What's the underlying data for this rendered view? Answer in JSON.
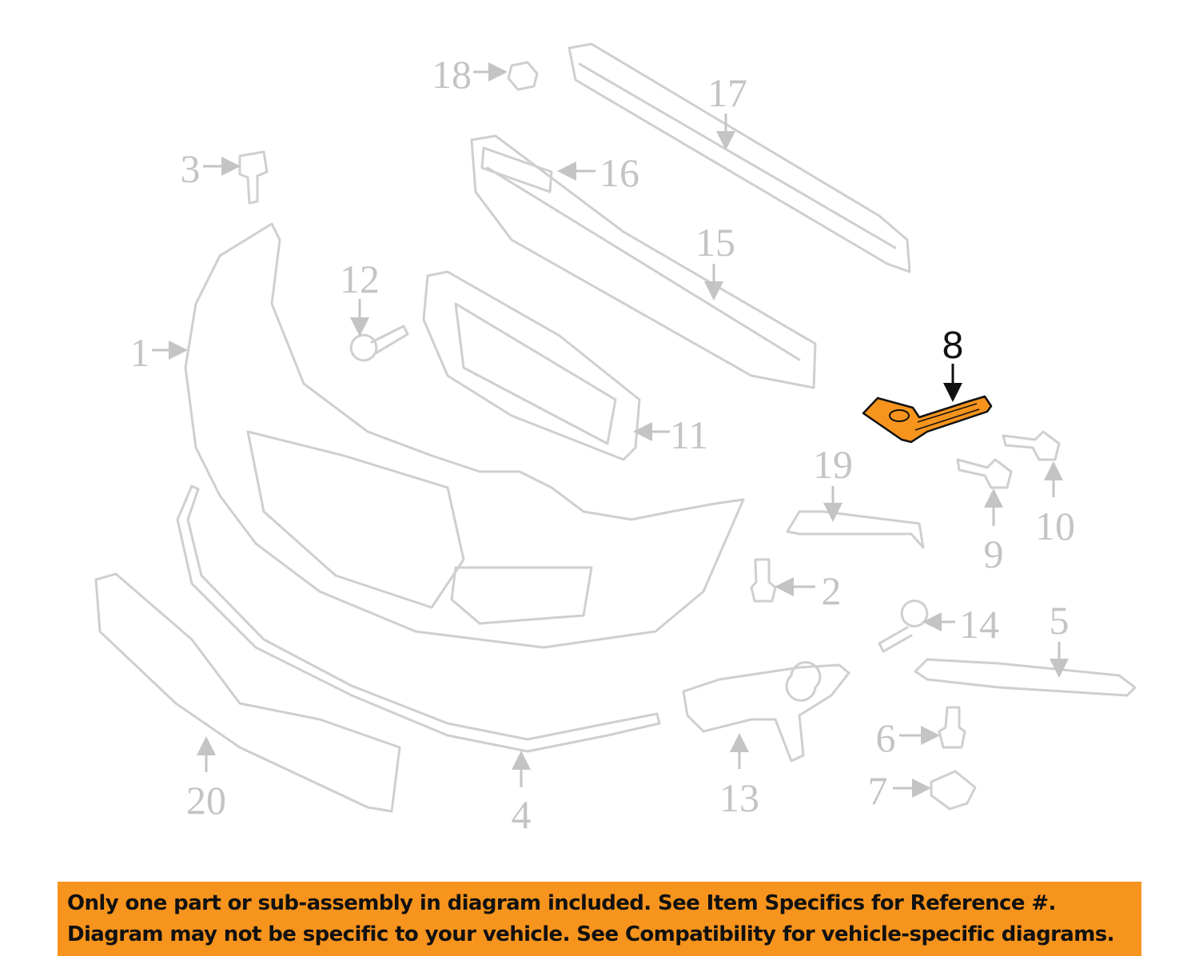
{
  "diagram": {
    "highlighted_part": "8",
    "highlight_color": "#f7941d",
    "callouts": [
      "1",
      "2",
      "3",
      "4",
      "5",
      "6",
      "7",
      "8",
      "9",
      "10",
      "11",
      "12",
      "13",
      "14",
      "15",
      "16",
      "17",
      "18",
      "19",
      "20"
    ]
  },
  "banner": {
    "line1": "Only one part or sub-assembly in diagram included. See Item Specifics for Reference #.",
    "line2": "Diagram may not be specific to your vehicle. See Compatibility for vehicle-specific diagrams.",
    "background": "#f7941d"
  }
}
